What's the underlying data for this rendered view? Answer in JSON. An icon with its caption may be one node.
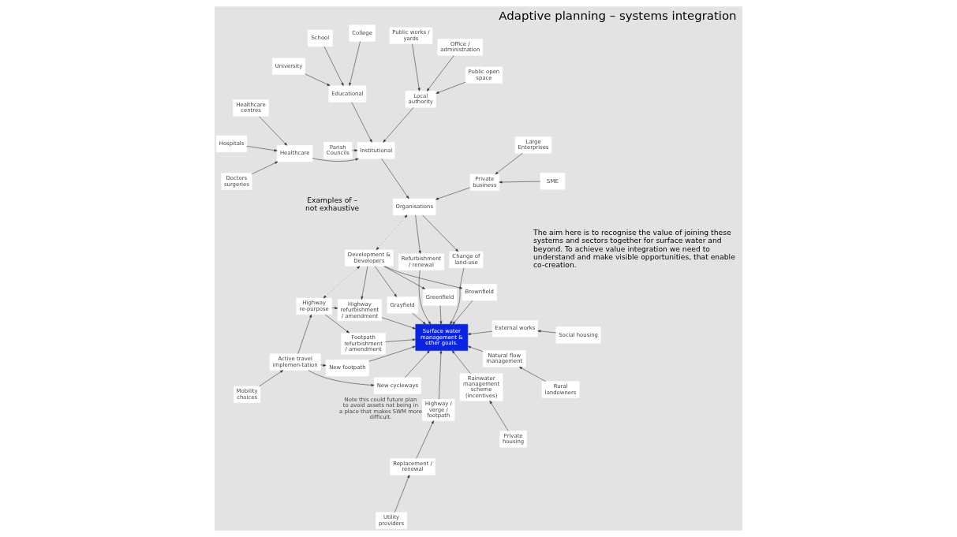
{
  "diagram": {
    "title": "Adaptive planning – systems integration",
    "caption": "The aim here is to recognise the value of joining these systems and sectors together for surface water and beyond. To achieve value integration we need to understand and make visible opportunities, that enable co-creation.",
    "nodes": [
      {
        "text": [
          "Surface water management & other goals."
        ]
      },
      {
        "text": [
          "Social housing"
        ]
      },
      {
        "text": [
          "Private housing"
        ]
      },
      {
        "text": [
          "External works"
        ]
      },
      {
        "text": [
          "Rainwater management scheme (incentives)"
        ]
      },
      {
        "text": [
          "Utility providers"
        ]
      },
      {
        "text": [
          "Replacement / renewal"
        ]
      },
      {
        "text": [
          "Highway / verge / footpath"
        ],
        "beside": [
          "Note this could future plan to avoid assets not being in a place that makes SWM more difficult."
        ]
      },
      {
        "text": [
          "Mobility choices"
        ]
      },
      {
        "text": [
          "Active travel implemen-tation"
        ]
      },
      {
        "text": [
          "New cycleways"
        ]
      },
      {
        "text": [
          "New footpath"
        ]
      },
      {
        "text": [
          "Natural flow management"
        ]
      },
      {
        "text": [
          "Rural landowners"
        ]
      },
      {
        "text": [
          "Highway re-purpose"
        ]
      },
      {
        "text": [
          "Footpath refurbishment / amendment"
        ]
      },
      {
        "text": [
          "Highway refurbishment / amendment"
        ]
      },
      {
        "text": [
          "Change of land-use"
        ]
      },
      {
        "text": [
          "Refurbishment / renewal"
        ]
      },
      {
        "text": [
          "Parish Councils"
        ]
      },
      {
        "text": [
          "University"
        ]
      },
      {
        "text": [
          "Educational"
        ]
      },
      {
        "text": [
          "Institutional"
        ]
      },
      {
        "text": [
          "College"
        ]
      },
      {
        "text": [
          "School"
        ]
      },
      {
        "text": [
          "Brownfield"
        ]
      },
      {
        "text": [
          "Organisations"
        ]
      },
      {
        "text": [
          "Development & Developers"
        ]
      },
      {
        "text": [
          "Greenfield"
        ]
      },
      {
        "text": [
          "Local authority"
        ]
      },
      {
        "text": [
          "Healthcare"
        ]
      },
      {
        "text": [
          "Private business"
        ]
      },
      {
        "text": [
          "Grayfield"
        ]
      },
      {
        "text": [
          "Public works / yards"
        ]
      },
      {
        "text": [
          "SME"
        ]
      },
      {
        "text": [
          "Public open space"
        ]
      },
      {
        "text": [
          "Office / administration"
        ]
      },
      {
        "text": [
          "Large Enterprises"
        ]
      },
      {
        "text": [
          "Hospitals"
        ]
      },
      {
        "text": [
          "Doctors surgeries"
        ]
      },
      {
        "text": [
          "Healthcare centres"
        ]
      }
    ],
    "edges": [
      {
        "from": 1,
        "to": 3,
        "arrow": "to"
      },
      {
        "from": 3,
        "to": 0,
        "arrow": "to"
      },
      {
        "from": 2,
        "to": 4,
        "arrow": "to"
      },
      {
        "from": 4,
        "to": 0,
        "arrow": "to"
      },
      {
        "from": 5,
        "to": 6,
        "arrow": "to"
      },
      {
        "from": 6,
        "to": 7,
        "arrow": "to"
      },
      {
        "from": 7,
        "to": 0,
        "arrow": "to"
      },
      {
        "from": 8,
        "to": 9,
        "arrow": "to"
      },
      {
        "from": 9,
        "to": 10,
        "arrow": "to"
      },
      {
        "from": 9,
        "to": 11,
        "arrow": "to"
      },
      {
        "from": 9,
        "to": 14,
        "arrow": "to"
      },
      {
        "from": 10,
        "to": 0,
        "arrow": "to"
      },
      {
        "from": 11,
        "to": 0,
        "arrow": "to"
      },
      {
        "from": 13,
        "to": 12,
        "arrow": "to"
      },
      {
        "from": 12,
        "to": 0,
        "arrow": "to"
      },
      {
        "from": 14,
        "to": 15,
        "arrow": "to"
      },
      {
        "from": 14,
        "to": 16,
        "arrow": "to"
      },
      {
        "from": 15,
        "to": 0,
        "arrow": "to"
      },
      {
        "from": 16,
        "to": 0,
        "arrow": "to"
      },
      {
        "from": 27,
        "to": 16,
        "arrow": "to"
      },
      {
        "from": 14,
        "to": 27,
        "arrow": "both",
        "style": "dashed"
      },
      {
        "from": 27,
        "to": 25,
        "arrow": "to"
      },
      {
        "from": 27,
        "to": 28,
        "arrow": "to"
      },
      {
        "from": 27,
        "to": 32,
        "arrow": "to"
      },
      {
        "from": 25,
        "to": 0,
        "arrow": "to"
      },
      {
        "from": 28,
        "to": 0,
        "arrow": "to"
      },
      {
        "from": 32,
        "to": 0,
        "arrow": "to"
      },
      {
        "from": 27,
        "to": 26,
        "arrow": "both",
        "style": "dashed"
      },
      {
        "from": 17,
        "to": 0,
        "arrow": "to"
      },
      {
        "from": 18,
        "to": 0,
        "arrow": "to"
      },
      {
        "from": 26,
        "to": 17,
        "arrow": "to"
      },
      {
        "from": 26,
        "to": 18,
        "arrow": "to"
      },
      {
        "from": 22,
        "to": 26,
        "arrow": "to"
      },
      {
        "from": 19,
        "to": 22,
        "arrow": "to"
      },
      {
        "from": 21,
        "to": 22,
        "arrow": "to"
      },
      {
        "from": 20,
        "to": 21,
        "arrow": "to"
      },
      {
        "from": 23,
        "to": 21,
        "arrow": "to"
      },
      {
        "from": 24,
        "to": 21,
        "arrow": "to"
      },
      {
        "from": 30,
        "to": 22,
        "arrow": "to"
      },
      {
        "from": 29,
        "to": 22,
        "arrow": "to"
      },
      {
        "from": 38,
        "to": 30,
        "arrow": "to"
      },
      {
        "from": 39,
        "to": 30,
        "arrow": "to"
      },
      {
        "from": 40,
        "to": 30,
        "arrow": "to"
      },
      {
        "from": 35,
        "to": 29,
        "arrow": "to"
      },
      {
        "from": 36,
        "to": 29,
        "arrow": "to"
      },
      {
        "from": 33,
        "to": 29,
        "arrow": "to"
      },
      {
        "from": 31,
        "to": 26,
        "arrow": "to"
      },
      {
        "from": 34,
        "to": 31,
        "arrow": "to"
      },
      {
        "from": 37,
        "to": 31,
        "arrow": "to"
      }
    ],
    "labels": [
      "Examples of – not exhaustive"
    ]
  }
}
